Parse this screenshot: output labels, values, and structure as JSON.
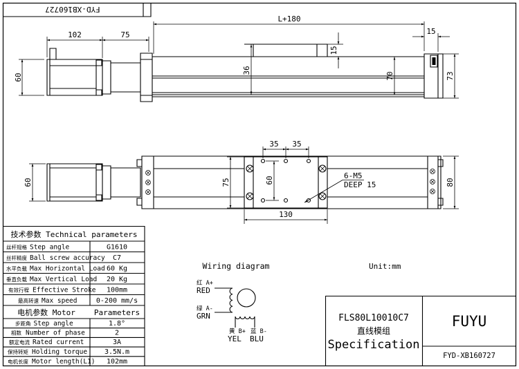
{
  "stamp": "FYD-XB160727",
  "unit_note": "Unit:mm",
  "view_side": {
    "dims": {
      "motor_length": "102",
      "motor_spacing": "75",
      "total_length": "L+180",
      "end_cap_width": "15",
      "motor_size": "60",
      "body_height": "36",
      "slider_height": "15",
      "rail_height": "70",
      "overall_height": "73"
    }
  },
  "view_top": {
    "dims": {
      "motor_size": "60",
      "hole_pitch_a": "35",
      "hole_pitch_b": "35",
      "slider_width": "75",
      "hole_pitch_y": "60",
      "slider_length": "130",
      "overall_width": "80"
    },
    "callout": {
      "thread": "6-M5",
      "depth": "DEEP 15"
    }
  },
  "table": {
    "title": "技术参数 Technical parameters",
    "rows": [
      {
        "cn": "丝杆规格",
        "en": "Step angle",
        "value": "G1610"
      },
      {
        "cn": "丝杆精度",
        "en": "Ball screw accuracy",
        "value": "C7"
      },
      {
        "cn": "水平负载",
        "en": "Max Horizontal Load",
        "value": "60 Kg"
      },
      {
        "cn": "垂直负载",
        "en": "Max Vertical Load",
        "value": "20 Kg"
      },
      {
        "cn": "有效行程",
        "en": "Effective Stroke",
        "value": "100mm"
      },
      {
        "cn": "最高转速",
        "en": "Max speed",
        "value": "0-200 mm/s"
      }
    ],
    "motor_header": {
      "left": "电机参数 Motor",
      "right": "Parameters"
    },
    "motor_rows": [
      {
        "cn": "步距角",
        "en": "Step angle",
        "value": "1.8°"
      },
      {
        "cn": "相数",
        "en": "Number of phase",
        "value": "2"
      },
      {
        "cn": "额定电流",
        "en": "Rated current",
        "value": "3A"
      },
      {
        "cn": "保持转矩",
        "en": "Holding torque",
        "value": "3.5N.m"
      },
      {
        "cn": "电机长度",
        "en": "Motor length(L1)",
        "value": "102mm"
      }
    ]
  },
  "wiring": {
    "title": "Wiring diagram",
    "a_plus_cn": "红 A+",
    "a_plus_en": "RED",
    "a_minus_cn": "绿 A-",
    "a_minus_en": "GRN",
    "b_plus_cn": "黄 B+",
    "b_plus_en": "YEL",
    "b_minus_cn": "蓝 B-",
    "b_minus_en": "BLU"
  },
  "title_block": {
    "model": "FLS80L10010C7",
    "product_cn": "直线模组",
    "doc_type": "Specification",
    "brand": "FUYU",
    "drawing_no": "FYD-XB160727"
  }
}
